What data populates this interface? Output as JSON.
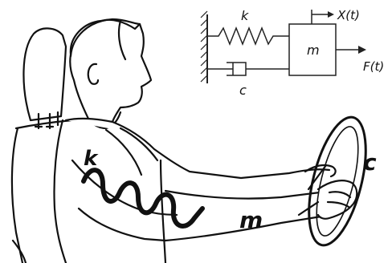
{
  "schematic": {
    "spring_label": "k",
    "damper_label": "c",
    "mass_label": "m",
    "displacement_label": "X(t)",
    "force_label": "F(t)"
  },
  "figure": {
    "spring_label": "k",
    "mass_label": "m",
    "damper_label": "c"
  }
}
